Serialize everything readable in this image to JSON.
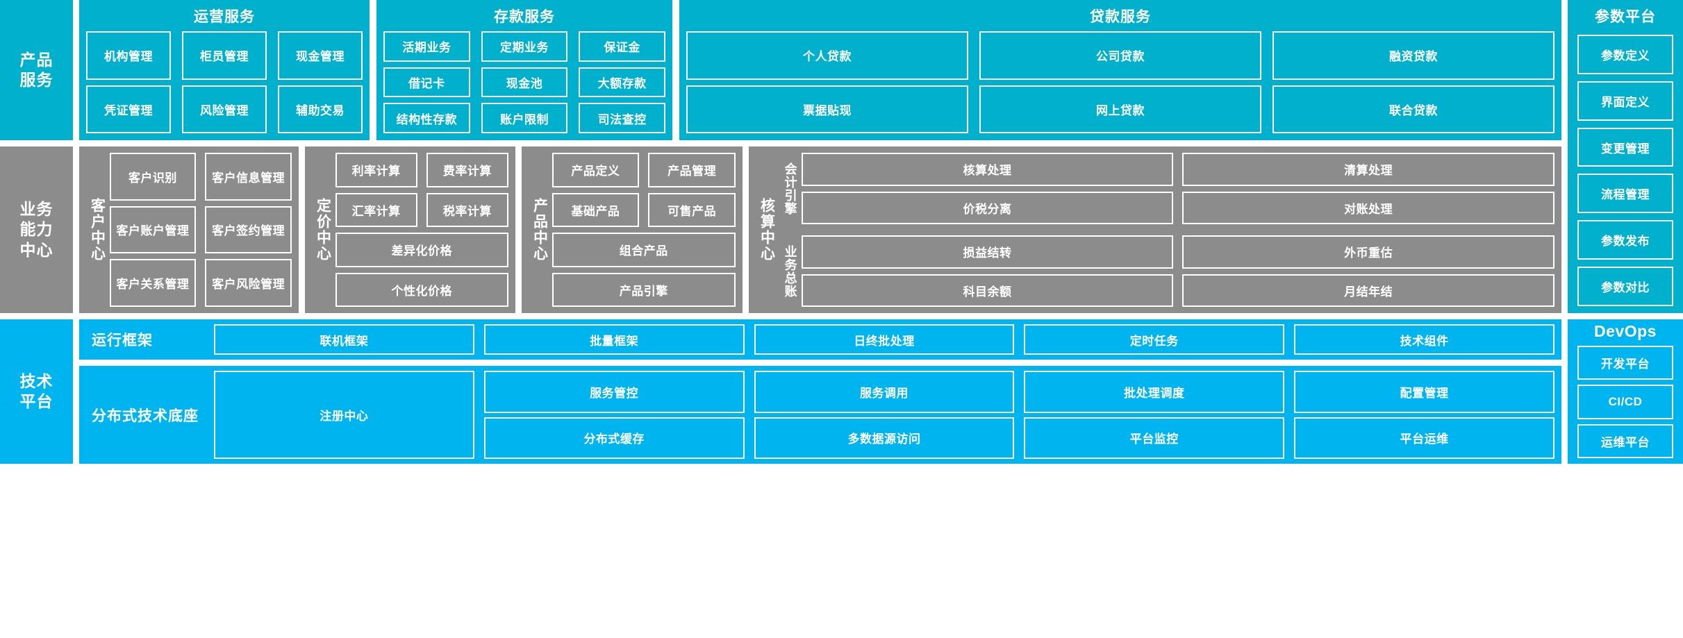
{
  "colors": {
    "teal": "#00b0cc",
    "gray": "#8c8c8c",
    "blue": "#00b4f0",
    "border": "#ffffff",
    "text": "#ffffff"
  },
  "layers": {
    "product_services": {
      "rail_label": "产品\n服务",
      "groups": [
        {
          "title": "运营服务",
          "items": [
            "机构管理",
            "柜员管理",
            "现金管理",
            "凭证管理",
            "风险管理",
            "辅助交易"
          ]
        },
        {
          "title": "存款服务",
          "items": [
            "活期业务",
            "定期业务",
            "保证金",
            "借记卡",
            "现金池",
            "大额存款",
            "结构性存款",
            "账户限制",
            "司法查控"
          ]
        },
        {
          "title": "贷款服务",
          "items": [
            "个人贷款",
            "公司贷款",
            "融资贷款",
            "票据贴现",
            "网上贷款",
            "联合贷款"
          ]
        }
      ]
    },
    "business_capability": {
      "rail_label": "业务\n能力\n中心",
      "centers": [
        {
          "name": "客户中心",
          "items": [
            "客户识别",
            "客户信息管理",
            "客户账户管理",
            "客户签约管理",
            "客户关系管理",
            "客户风险管理"
          ]
        },
        {
          "name": "定价中心",
          "items": [
            "利率计算",
            "费率计算",
            "汇率计算",
            "税率计算",
            "差异化价格",
            "个性化价格"
          ]
        },
        {
          "name": "产品中心",
          "items": [
            "产品定义",
            "产品管理",
            "基础产品",
            "可售产品",
            "组合产品",
            "产品引擎"
          ]
        },
        {
          "name": "核算中心",
          "subgroups": [
            {
              "label": "会计引擎",
              "items": [
                "核算处理",
                "清算处理",
                "价税分离",
                "对账处理"
              ]
            },
            {
              "label": "业务总账",
              "items": [
                "损益结转",
                "外币重估",
                "科目余额",
                "月结年结"
              ]
            }
          ]
        }
      ]
    },
    "technology_platform": {
      "rail_label": "技术\n平台",
      "strips": [
        {
          "label": "运行框架",
          "items": [
            "联机框架",
            "批量框架",
            "日终批处理",
            "定时任务",
            "技术组件"
          ]
        },
        {
          "label": "分布式技术底座",
          "registry": "注册中心",
          "items": [
            "服务管控",
            "服务调用",
            "批处理调度",
            "配置管理",
            "分布式缓存",
            "多数据源访问",
            "平台监控",
            "平台运维"
          ]
        }
      ]
    }
  },
  "right_column": {
    "parameter_platform": {
      "title": "参数平台",
      "items": [
        "参数定义",
        "界面定义",
        "变更管理",
        "流程管理",
        "参数发布",
        "参数对比"
      ]
    },
    "devops": {
      "title": "DevOps",
      "items": [
        "开发平台",
        "CI/CD",
        "运维平台"
      ]
    }
  }
}
